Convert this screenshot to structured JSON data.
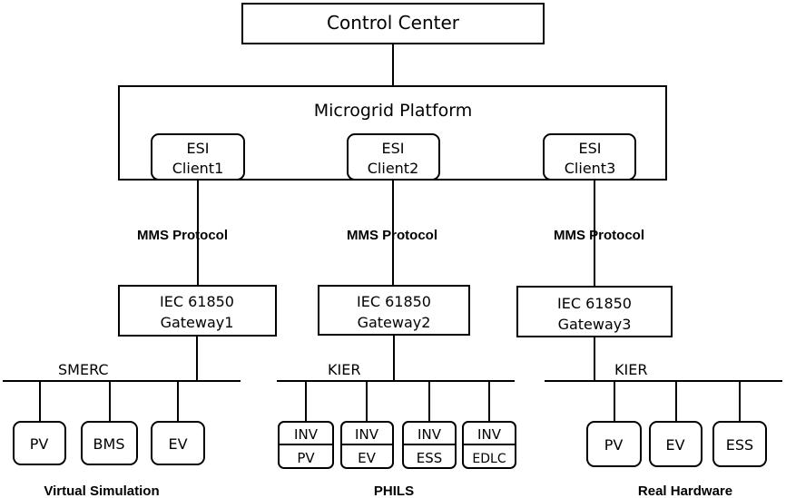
{
  "control_center": "Control Center",
  "microgrid": {
    "title": "Microgrid Platform",
    "clients": [
      {
        "line1": "ESI",
        "line2": "Client1"
      },
      {
        "line1": "ESI",
        "line2": "Client2"
      },
      {
        "line1": "ESI",
        "line2": "Client3"
      }
    ]
  },
  "protocols": [
    "MMS Protocol",
    "MMS Protocol",
    "MMS Protocol"
  ],
  "gateways": [
    {
      "line1": "IEC 61850",
      "line2": "Gateway1"
    },
    {
      "line1": "IEC 61850",
      "line2": "Gateway2"
    },
    {
      "line1": "IEC 61850",
      "line2": "Gateway3"
    }
  ],
  "buses": [
    "SMERC",
    "KIER",
    "KIER"
  ],
  "virtual_devices": [
    "PV",
    "BMS",
    "EV"
  ],
  "phils_devices": [
    {
      "top": "INV",
      "bottom": "PV"
    },
    {
      "top": "INV",
      "bottom": "EV"
    },
    {
      "top": "INV",
      "bottom": "ESS"
    },
    {
      "top": "INV",
      "bottom": "EDLC"
    }
  ],
  "real_devices": [
    "PV",
    "EV",
    "ESS"
  ],
  "section_labels": [
    "Virtual Simulation",
    "PHILS",
    "Real Hardware"
  ]
}
